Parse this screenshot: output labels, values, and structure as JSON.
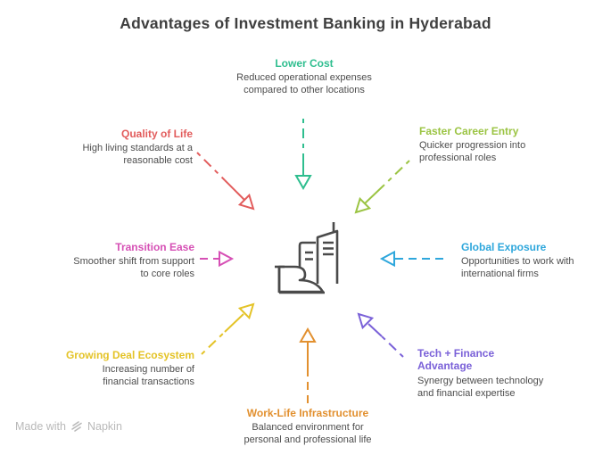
{
  "title": "Advantages of Investment Banking in Hyderabad",
  "center": {
    "icon": "buildings-hand-icon",
    "icon_color": "#4a4a4a"
  },
  "watermark": {
    "prefix": "Made with",
    "brand": "Napkin",
    "color": "#b9b9b9"
  },
  "items": [
    {
      "id": "lower-cost",
      "label": "Lower Cost",
      "description": "Reduced operational expenses compared to other locations",
      "color": "#2fbe8f",
      "position": "top",
      "arrow_direction": "down"
    },
    {
      "id": "quality-of-life",
      "label": "Quality of Life",
      "description": "High living standards at a reasonable cost",
      "color": "#e25c5c",
      "position": "top-left",
      "arrow_direction": "down-right"
    },
    {
      "id": "faster-career-entry",
      "label": "Faster Career Entry",
      "description": "Quicker progression into professional roles",
      "color": "#9bc443",
      "position": "top-right",
      "arrow_direction": "down-left"
    },
    {
      "id": "transition-ease",
      "label": "Transition Ease",
      "description": "Smoother shift from support to core roles",
      "color": "#d650b5",
      "position": "left",
      "arrow_direction": "right"
    },
    {
      "id": "global-exposure",
      "label": "Global Exposure",
      "description": "Opportunities to work with international firms",
      "color": "#2ea7dc",
      "position": "right",
      "arrow_direction": "left"
    },
    {
      "id": "growing-deal-ecosystem",
      "label": "Growing Deal Ecosystem",
      "description": "Increasing number of financial transactions",
      "color": "#e4c327",
      "position": "bottom-left",
      "arrow_direction": "up-right"
    },
    {
      "id": "tech-finance-advantage",
      "label": "Tech + Finance Advantage",
      "description": "Synergy between technology and financial expertise",
      "color": "#7a61d8",
      "position": "bottom-right",
      "arrow_direction": "up-left"
    },
    {
      "id": "work-life-infrastructure",
      "label": "Work-Life Infrastructure",
      "description": "Balanced environment for personal and professional life",
      "color": "#e2902f",
      "position": "bottom",
      "arrow_direction": "up"
    }
  ]
}
